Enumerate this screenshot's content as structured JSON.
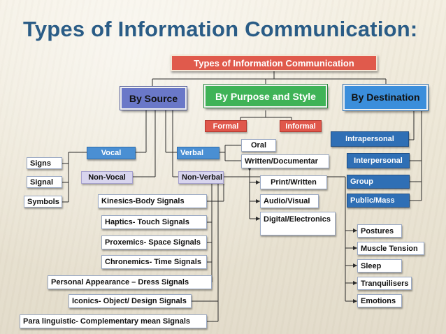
{
  "title": "Types of Information Communication:",
  "root": "Types of Information Communication",
  "categories": {
    "by_source": "By Source",
    "by_purpose": "By Purpose and Style",
    "by_destination": "By Destination"
  },
  "source": {
    "vocal": "Vocal",
    "non_vocal": "Non-Vocal",
    "verbal": "Verbal",
    "non_verbal": "Non-Verbal",
    "vocal_items": [
      "Signs",
      "Signal",
      "Symbols"
    ],
    "non_verbal_items": [
      "Kinesics-Body Signals",
      "Haptics- Touch Signals",
      "Proxemics- Space Signals",
      "Chronemics- Time Signals",
      "Personal Appearance – Dress Signals",
      "Iconics- Object/ Design Signals",
      "Para linguistic- Complementary mean Signals"
    ]
  },
  "purpose": {
    "formal": "Formal",
    "informal": "Informal",
    "verbal_items": [
      "Oral",
      "Written/Documentar",
      "Print/Written",
      "Audio/Visual",
      "Digital/Electronics"
    ]
  },
  "destination": {
    "items": [
      "Intrapersonal",
      "Interpersonal",
      "Group",
      "Public/Mass"
    ],
    "non_verbal_items": [
      "Postures",
      "Muscle Tension",
      "Sleep",
      "Tranquilisers",
      "Emotions"
    ]
  },
  "colors": {
    "title": "#2a5c86",
    "root": "#e05a4c",
    "by_source": "#6a78c8",
    "by_purpose": "#3fb357",
    "by_destination": "#3b8edb",
    "sub_category": "#4a8fd3",
    "formal_informal": "#e0574b",
    "destination_item": "#2f6fb5"
  }
}
